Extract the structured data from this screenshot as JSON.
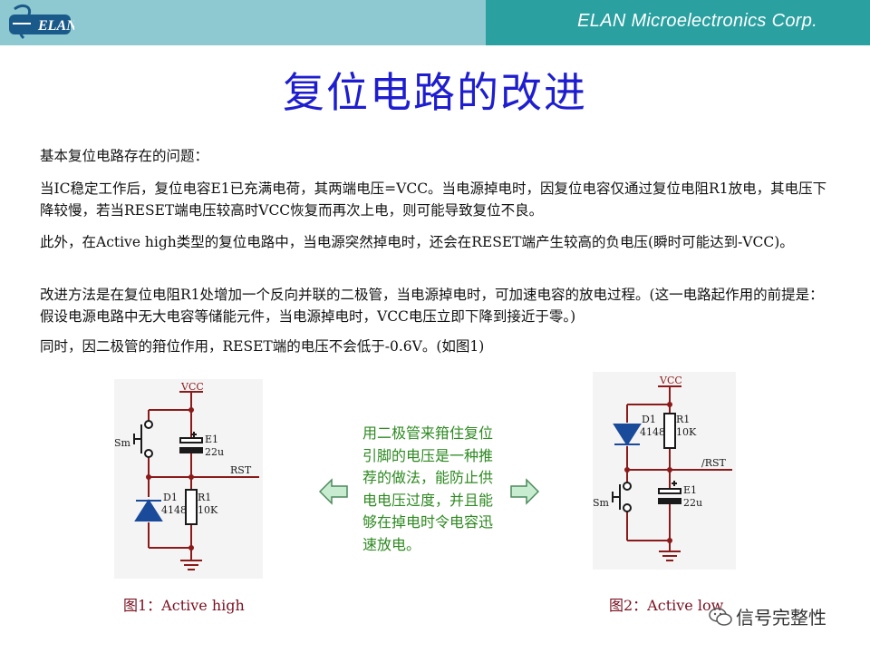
{
  "header": {
    "company": "ELAN Microelectronics Corp.",
    "logo_text": "ELAN"
  },
  "title": "复位电路的改进",
  "paragraphs": [
    "基本复位电路存在的问题：",
    "当IC稳定工作后，复位电容E1已充满电荷，其两端电压=VCC。当电源掉电时，因复位电容仅通过复位电阻R1放电，其电压下降较慢，若当RESET端电压较高时VCC恢复而再次上电，则可能导致复位不良。",
    "此外，在Active high类型的复位电路中，当电源突然掉电时，还会在RESET端产生较高的负电压(瞬时可能达到-VCC)。",
    "改进方法是在复位电阻R1处增加一个反向并联的二极管，当电源掉电时，可加速电容的放电过程。(这一电路起作用的前提是：假设电源电路中无大电容等储能元件，当电源掉电时，VCC电压立即下降到接近于零。)",
    "同时，因二极管的箝位作用，RESET端的电压不会低于-0.6V。(如图1)"
  ],
  "figure1": {
    "vcc": "VCC",
    "sm": "Sm",
    "e1": "E1",
    "e1_val": "22u",
    "rst": "RST",
    "d1": "D1",
    "d1_val": "4148",
    "r1": "R1",
    "r1_val": "10K",
    "caption": "图1：Active high"
  },
  "figure2": {
    "vcc": "VCC",
    "d1": "D1",
    "d1_val": "4148",
    "r1": "R1",
    "r1_val": "10K",
    "rst": "/RST",
    "sm": "Sm",
    "e1": "E1",
    "e1_val": "22u",
    "caption": "图2：Active low"
  },
  "note": "用二极管来箝住复位引脚的电压是一种推荐的做法，能防止供电电压过度，并且能够在掉电时令电容迅速放电。",
  "watermark": "信号完整性"
}
